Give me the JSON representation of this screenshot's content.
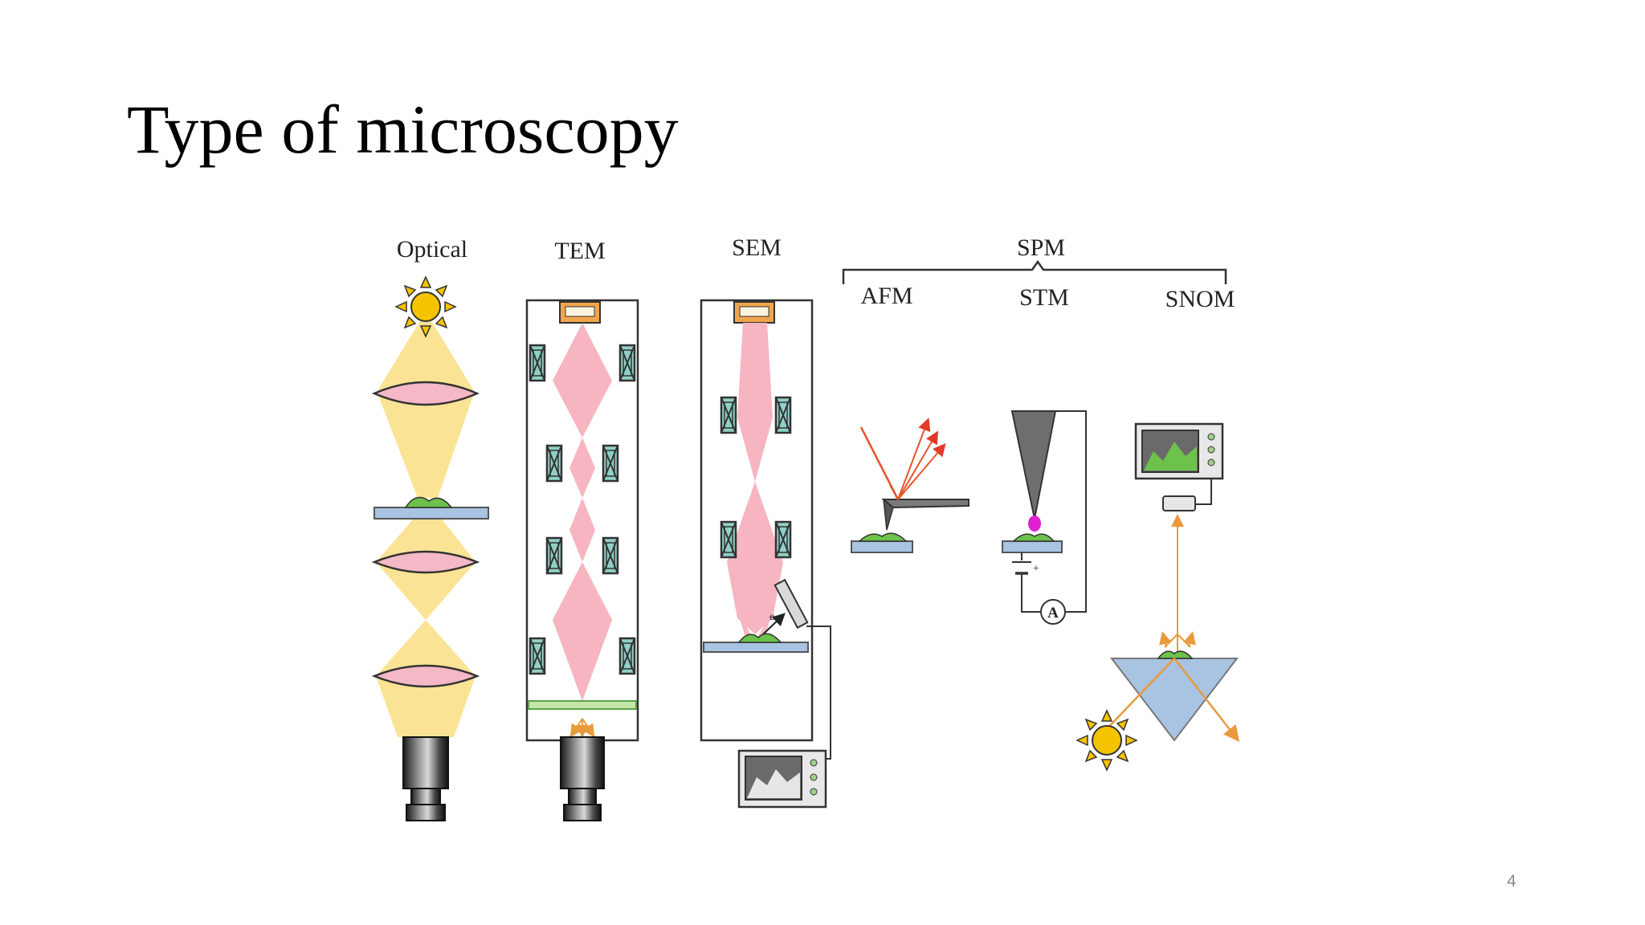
{
  "slide": {
    "title": "Type of microscopy",
    "page_number": "4"
  },
  "figure": {
    "labels": {
      "optical": "Optical",
      "tem": "TEM",
      "sem": "SEM",
      "spm": "SPM",
      "afm": "AFM",
      "stm": "STM",
      "snom": "SNOM",
      "ammeter": "A",
      "battery_plus": "+"
    },
    "colors": {
      "light_beam": "#fbe08a",
      "electron_beam": "#f6b5c0",
      "lens": "#f4b8c6",
      "sample": "#6cc24a",
      "slide": "#a9c4e2",
      "prism": "#a9c4e2",
      "filament": "#f1a54a",
      "laser": "#e8542b",
      "sun": "#f5c400",
      "tip": "#6e6e6e",
      "tunneling": "#e020d0",
      "coil_fill": "#8fd0c6"
    },
    "icons": [
      "sun-icon",
      "camera-icon",
      "monitor-icon",
      "detector-icon",
      "ammeter-icon",
      "battery-icon"
    ]
  }
}
